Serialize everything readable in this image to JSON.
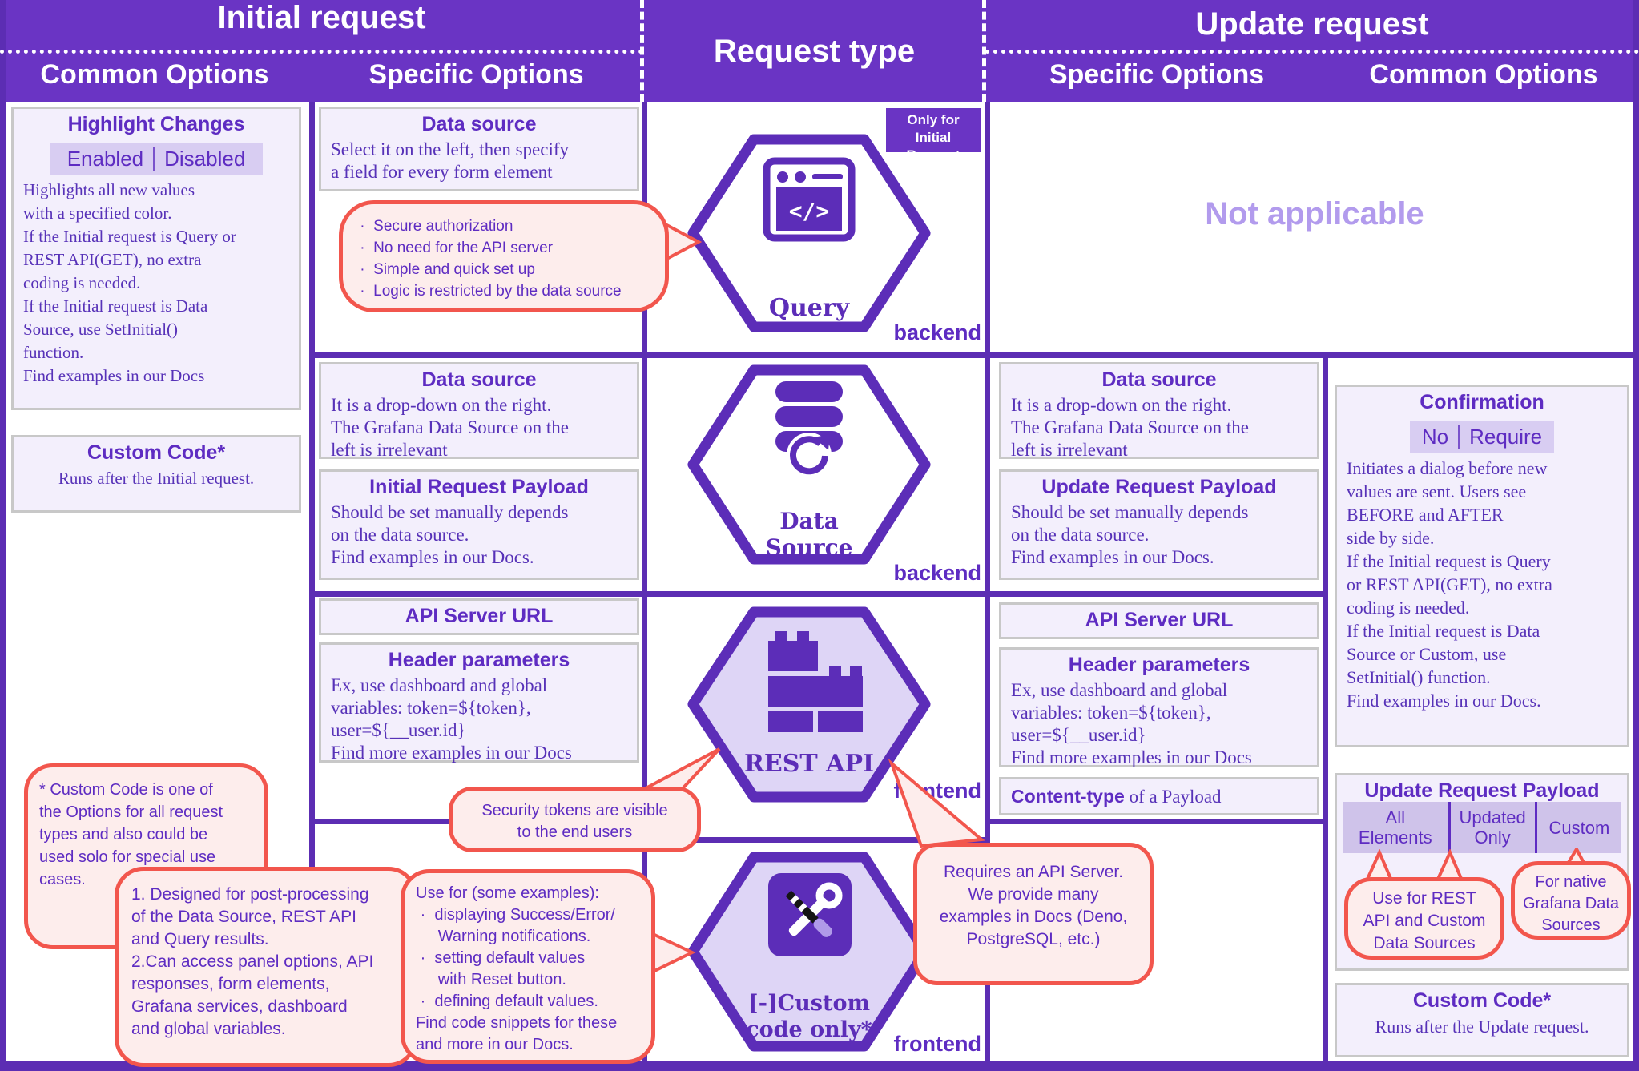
{
  "header": {
    "initial_request": "Initial request",
    "request_type": "Request type",
    "update_request": "Update request",
    "initial_common": "Common Options",
    "initial_specific": "Specific Options",
    "update_specific": "Specific Options",
    "update_common": "Common Options"
  },
  "badge_only_for": "Only for\nInitial Request",
  "not_applicable": "Not applicable",
  "request_types": {
    "query": {
      "label": "Query",
      "side": "backend",
      "icon": "browser-code-icon"
    },
    "data_source": {
      "label": "Data\nSource",
      "side": "backend",
      "icon": "database-sync-icon"
    },
    "rest_api": {
      "label": "REST API",
      "side": "frontend",
      "icon": "lego-bricks-icon"
    },
    "custom": {
      "label": "[-]Custom\ncode only*",
      "side": "frontend",
      "icon": "tools-icon"
    }
  },
  "initial_common": {
    "highlight_changes": {
      "title": "Highlight Changes",
      "toggle": {
        "left": "Enabled",
        "right": "Disabled"
      },
      "body": "Highlights all new values\nwith a specified color.\nIf the Initial request is Query or\nREST API(GET), no extra\ncoding is needed.\nIf the Initial request is Data\nSource, use SetInitial()\nfunction.\nFind examples in our Docs"
    },
    "custom_code": {
      "title": "Custom Code*",
      "body": "Runs after the Initial request."
    }
  },
  "initial_specific": {
    "query": {
      "data_source": {
        "title": "Data source",
        "body": "Select it on the left, then specify\na field for every form element"
      },
      "callout": " ·  Secure authorization\n ·  No need for the API server\n ·  Simple and quick set up\n ·  Logic is restricted by the data source"
    },
    "data_source": {
      "data_source": {
        "title": "Data source",
        "body": "It is a drop-down on the right.\nThe Grafana Data Source on the\nleft is irrelevant"
      },
      "payload": {
        "title": "Initial Request Payload",
        "body": "Should be set manually depends\non the data source.\nFind examples in our Docs."
      }
    },
    "rest_api": {
      "api_server_url": "API Server URL",
      "header_parameters": {
        "title": "Header parameters",
        "body": "Ex, use dashboard and global\nvariables: token=${token},\nuser=${__user.id}\nFind more examples in our Docs"
      }
    },
    "custom": {
      "callout": "Use for (some examples):\n ·  displaying Success/Error/\n     Warning notifications.\n ·  setting default values\n     with Reset button.\n ·  defining default values.\nFind code snippets for these\nand more in our Docs."
    }
  },
  "update_specific": {
    "data_source": {
      "data_source": {
        "title": "Data source",
        "body": "It is a drop-down on the right.\nThe Grafana Data Source on the\nleft is irrelevant"
      },
      "payload": {
        "title": "Update Request Payload",
        "body": "Should be set manually depends\non the data source.\nFind examples in our Docs."
      }
    },
    "rest_api": {
      "api_server_url": "API Server URL",
      "header_parameters": {
        "title": "Header parameters",
        "body": "Ex, use dashboard and global\nvariables: token=${token},\nuser=${__user.id}\nFind more examples in our Docs"
      },
      "content_type": {
        "bold": "Content-type",
        "rest": " of a Payload"
      }
    }
  },
  "update_common": {
    "confirmation": {
      "title": "Confirmation",
      "toggle": {
        "left": "No",
        "right": "Require"
      },
      "body": "Initiates a dialog before new\nvalues are sent. Users see\nBEFORE and AFTER\nside by side.\nIf the Initial request is Query\nor REST API(GET), no extra\ncoding is needed.\nIf the Initial request is Data\nSource or Custom, use\nSetInitial() function.\nFind examples in our Docs."
    },
    "update_payload": {
      "title": "Update Request Payload",
      "tabs": [
        "All\nElements",
        "Updated\nOnly",
        "Custom"
      ],
      "callout_rest": "Use for REST\nAPI and Custom\nData Sources",
      "callout_native": "For native\nGrafana Data\nSources"
    },
    "custom_code": {
      "title": "Custom Code*",
      "body": "Runs after the Update request."
    }
  },
  "callouts": {
    "custom_code_note": "* Custom Code is one of\nthe Options for all request\ntypes and also could be\nused solo for special use\ncases.",
    "designed_note": "1. Designed for post-processing\nof the Data Source, REST API\nand Query results.\n2.Can access panel options, API\nresponses, form elements,\nGrafana services, dashboard\nand global variables.",
    "security_note": "Security tokens are visible\nto the end users",
    "requires_api": "Requires an API Server.\nWe provide many\nexamples in Docs (Deno,\nPostgreSQL, etc.)"
  },
  "colors": {
    "header_purple": "#6a34c4",
    "line_purple": "#5c2db3",
    "text_purple": "#5e2cc2",
    "serif_purple": "#5732b8",
    "box_bg": "#f3effc",
    "toggle_bg": "#d8cdf2",
    "tabs_bg": "#cfc3ea",
    "hex_fill_light": "#ded5f6",
    "callout_bg": "#fdedec",
    "callout_border": "#f2564d",
    "not_applicable_text": "#b29bed"
  }
}
